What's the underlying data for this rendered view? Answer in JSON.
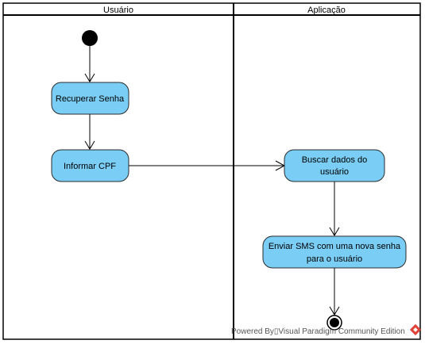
{
  "swimlanes": {
    "left_title": "Usuário",
    "right_title": "Aplicação"
  },
  "nodes": {
    "recuperar_senha": "Recuperar Senha",
    "informar_cpf": "Informar CPF",
    "buscar_line1": "Buscar dados do",
    "buscar_line2": "usuário",
    "enviar_line1": "Enviar SMS com uma nova senha",
    "enviar_line2": "para o usuário"
  },
  "watermark": {
    "text": "Powered By▯Visual Paradigm Community Edition"
  },
  "colors": {
    "action_fill": "#7acdf4",
    "action_stroke": "#2b2b2b",
    "border": "#000000",
    "brand": "#e0413a"
  }
}
